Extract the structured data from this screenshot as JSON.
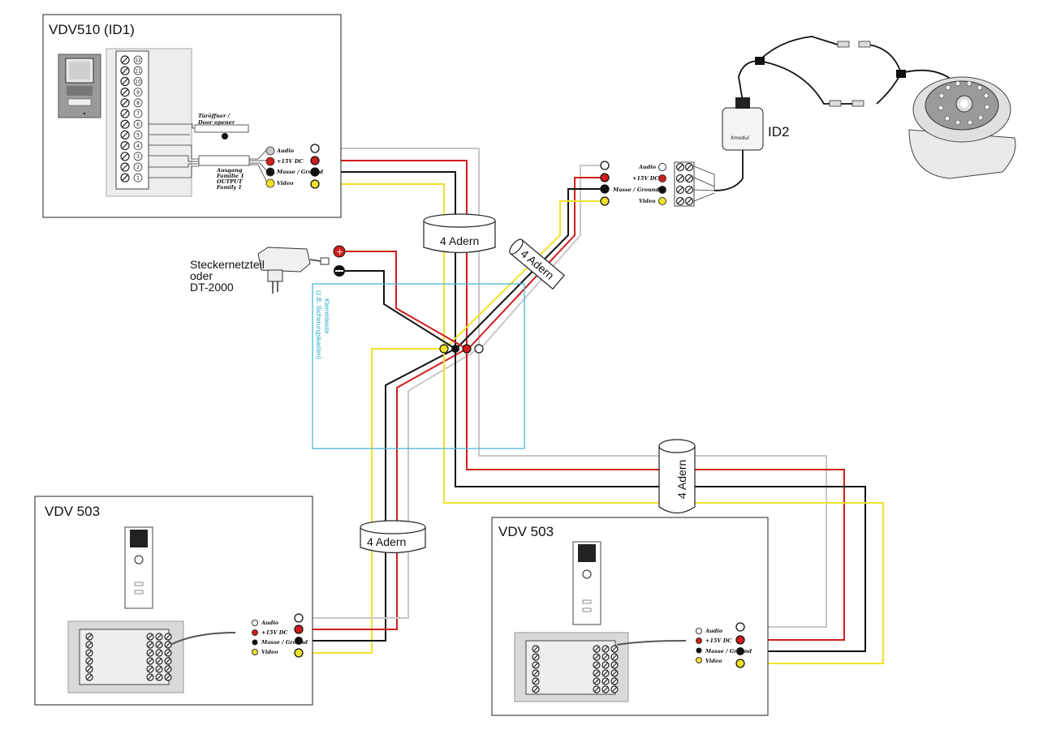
{
  "main_unit": {
    "title": "VDV510   (ID1)",
    "terminals": [
      "12",
      "11",
      "10",
      "9",
      "8",
      "7",
      "6",
      "5",
      "4",
      "3",
      "2",
      "1"
    ],
    "door_opener_label_1": "Türöffner /",
    "door_opener_label_2": "Door opener",
    "output_label_1": "Ausgang",
    "output_label_2": "Familie 1",
    "output_label_3": "OUTPUT",
    "output_label_4": "Family 1"
  },
  "signals": {
    "audio": "Audio",
    "power": "+15V DC",
    "ground": "Masse / Ground",
    "video": "Video"
  },
  "camera": {
    "label": "ID2",
    "module_label": "Xmodul"
  },
  "power_supply": {
    "line1": "Steckernetzteil",
    "line2": "oder",
    "line3": "DT-2000"
  },
  "junction": {
    "line1": "Klemmleiste",
    "line2": "(z.B. Sicherungskasten)"
  },
  "cables": {
    "label": "4 Adern"
  },
  "indoor_left": {
    "title": "VDV 503"
  },
  "indoor_right": {
    "title": "VDV 503"
  },
  "colors": {
    "audio": "#c8c8c8",
    "power": "#d01c1c",
    "ground": "#111111",
    "video": "#f2e12a",
    "junction_box": "#4bb6d6"
  }
}
